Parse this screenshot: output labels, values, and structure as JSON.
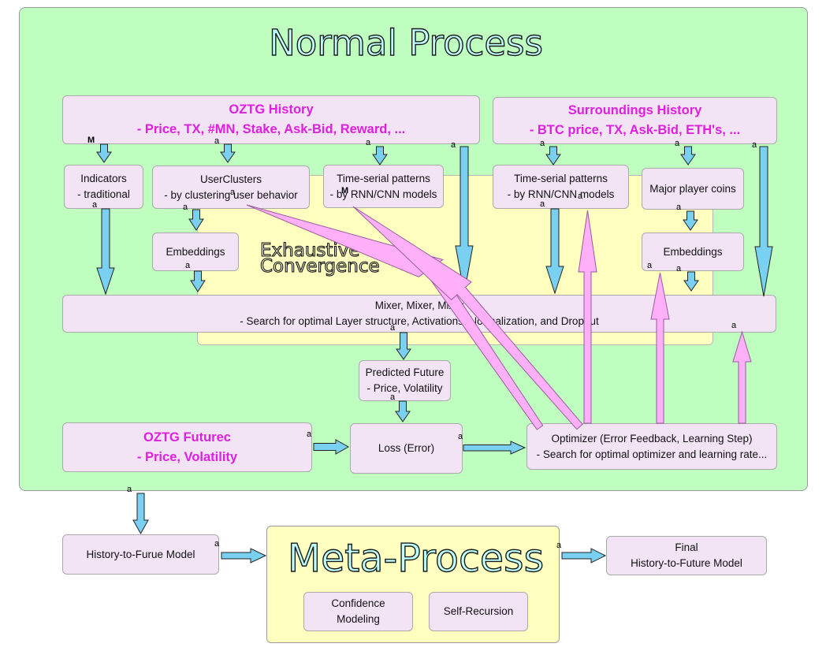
{
  "titles": {
    "normal": "Normal Process",
    "meta": "Meta-Process",
    "exhaustive": [
      "Exhaustive",
      "Convergence"
    ]
  },
  "boxes": {
    "oztg_history": [
      "OZTG History",
      "- Price, TX, #MN, Stake, Ask-Bid, Reward, ..."
    ],
    "surroundings_history": [
      "Surroundings History",
      "- BTC price, TX, Ask-Bid, ETH's, ..."
    ],
    "indicators": [
      "Indicators",
      "- traditional"
    ],
    "userclusters": [
      "UserClusters",
      "- by clustering user behavior"
    ],
    "timeserial_left": [
      "Time-serial patterns",
      "- by RNN/CNN models"
    ],
    "timeserial_right": [
      "Time-serial patterns",
      "- by RNN/CNN models"
    ],
    "major_player": [
      "Major player coins"
    ],
    "embeddings_left": [
      "Embeddings"
    ],
    "embeddings_right": [
      "Embeddings"
    ],
    "mixer": [
      "Mixer, Mixer, Mixer",
      "- Search for optimal Layer structure, Activations, Normalization, and Dropout"
    ],
    "predicted_future": [
      "Predicted Future",
      "- Price, Volatility"
    ],
    "oztg_future": [
      "OZTG Futurec",
      "- Price, Volatility"
    ],
    "loss": [
      "Loss (Error)"
    ],
    "optimizer": [
      "Optimizer (Error Feedback, Learning Step)",
      "- Search for optimal optimizer and learning rate..."
    ],
    "history_model": [
      "History-to-Furue Model"
    ],
    "confidence": [
      "Confidence",
      "Modeling"
    ],
    "self_recursion": [
      "Self-Recursion"
    ],
    "final_model": [
      "Final",
      "History-to-Future Model"
    ]
  },
  "marker_labels": {
    "a": "a",
    "m": "M"
  },
  "colors": {
    "normal_bg": "#bfffbf",
    "zone_bg": "#ffffc0",
    "box_bg": "#f2e3f5",
    "header_text": "#e020e0",
    "blue_arrow": "#7ad0f0",
    "pink_arrow": "#ffb0f8"
  }
}
